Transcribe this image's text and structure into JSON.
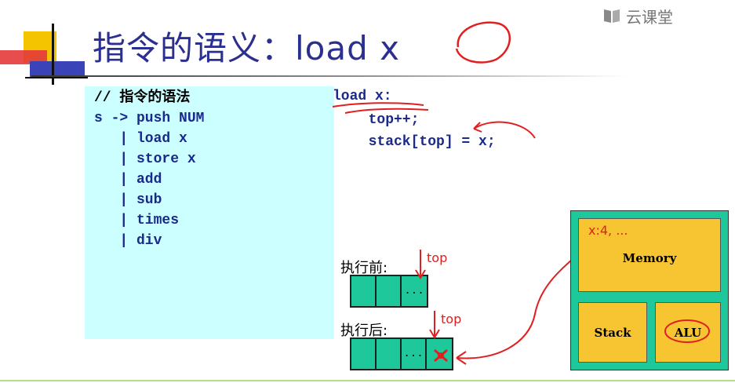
{
  "brand": {
    "label": "云课堂"
  },
  "slide": {
    "title": "指令的语义：load x"
  },
  "grammar": {
    "lines": [
      "// 指令的语法",
      "s -> push NUM",
      "   | load x",
      "   | store x",
      "   | add",
      "   | sub",
      "   | times",
      "   | div"
    ]
  },
  "code": {
    "lines": [
      "load x:",
      "  top++;",
      "  stack[top] = x;"
    ]
  },
  "before": {
    "label": "执行前:",
    "annotation": "top",
    "ellipsis": "..."
  },
  "after": {
    "label": "执行后:",
    "annotation": "top",
    "ellipsis": "..."
  },
  "computer": {
    "memory_label": "Memory",
    "memory_note": "x:4, ...",
    "stack_label": "Stack",
    "alu_label": "ALU"
  },
  "colors": {
    "title": "#2b2f8f",
    "code": "#1a2a8c",
    "grammar_bg": "#ccffff",
    "cell_green": "#1fc89a",
    "box_yellow": "#f7c531",
    "ink_red": "#e02020"
  }
}
